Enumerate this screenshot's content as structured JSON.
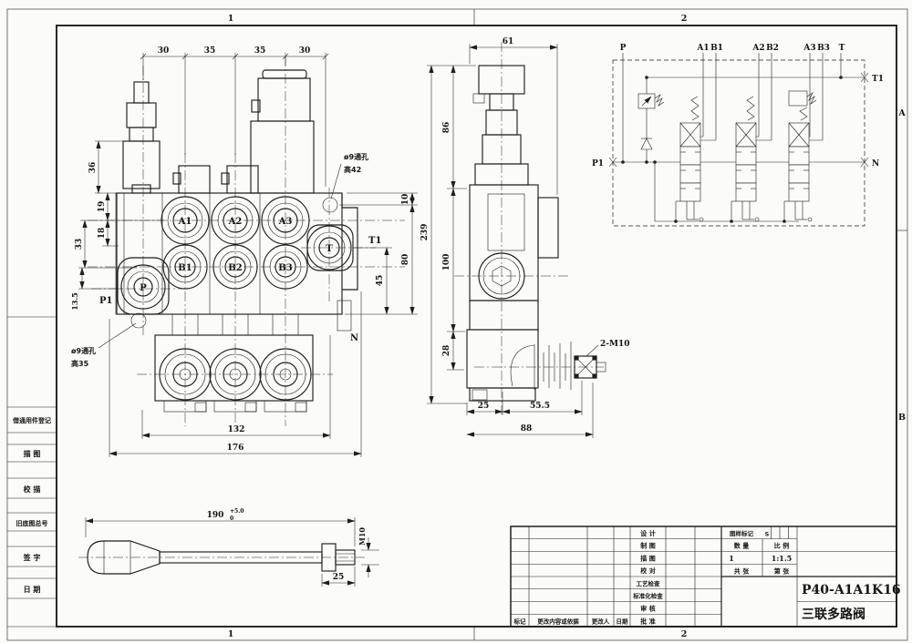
{
  "sheet": {
    "paper": "#fbfbf9",
    "ink": "#1e1e1e"
  },
  "frame": {
    "zone_col_1": "1",
    "zone_col_2": "2",
    "zone_row_a": "A",
    "zone_row_b": "B"
  },
  "margin": {
    "register": "借通用件登记",
    "trace": "描 图",
    "check_trace": "校 描",
    "old_no": "旧底图总号",
    "sign": "签 字",
    "date": "日 期"
  },
  "front_view": {
    "dims_top": [
      "30",
      "35",
      "35",
      "30"
    ],
    "left": {
      "d36": "36",
      "d19": "19",
      "d18": "18",
      "d33": "33",
      "d135": "13.5"
    },
    "right": {
      "d10": "10",
      "d80": "80",
      "d45": "45"
    },
    "bottom": {
      "d132": "132",
      "d176": "176"
    },
    "ports": {
      "a1": "A1",
      "a2": "A2",
      "a3": "A3",
      "b1": "B1",
      "b2": "B2",
      "b3": "B3",
      "p": "P",
      "t": "T"
    },
    "refs": {
      "p1": "P1",
      "t1": "T1",
      "n": "N"
    },
    "note_top": {
      "l1": "ø9通孔",
      "l2": "高42"
    },
    "note_bottom": {
      "l1": "ø9通孔",
      "l2": "高35"
    }
  },
  "side_view": {
    "d61": "61",
    "d86": "86",
    "d239": "239",
    "d100": "100",
    "d28": "28",
    "d25": "25",
    "d555": "55.5",
    "d88": "88",
    "thread": "2-M10"
  },
  "lever": {
    "d190": "190",
    "tol_up": "+5.0",
    "tol_dn": "0",
    "thread": "M10",
    "d25": "25"
  },
  "schematic": {
    "p": "P",
    "a1": "A1",
    "b1": "B1",
    "a2": "A2",
    "b2": "B2",
    "a3": "A3",
    "b3": "B3",
    "t": "T",
    "t1": "T1",
    "n": "N",
    "p1": "P1"
  },
  "title_block": {
    "rows": [
      "设  计",
      "制  图",
      "描  图",
      "校  对",
      "工艺检查",
      "标准化检查",
      "审  核",
      "批  准"
    ],
    "bottom": {
      "mark": "标记",
      "content": "更改内容或依据",
      "changer": "更改人",
      "date": "日期"
    },
    "stamp": {
      "label": "图样标记",
      "value": "S"
    },
    "qty": {
      "label": "数  量",
      "value": "1"
    },
    "scale": {
      "label": "比  例",
      "value": "1:1.5"
    },
    "sheets": {
      "total": "共  张",
      "index": "第  张"
    },
    "part_no": "P40-A1A1K16",
    "part_name": "三联多路阀"
  }
}
